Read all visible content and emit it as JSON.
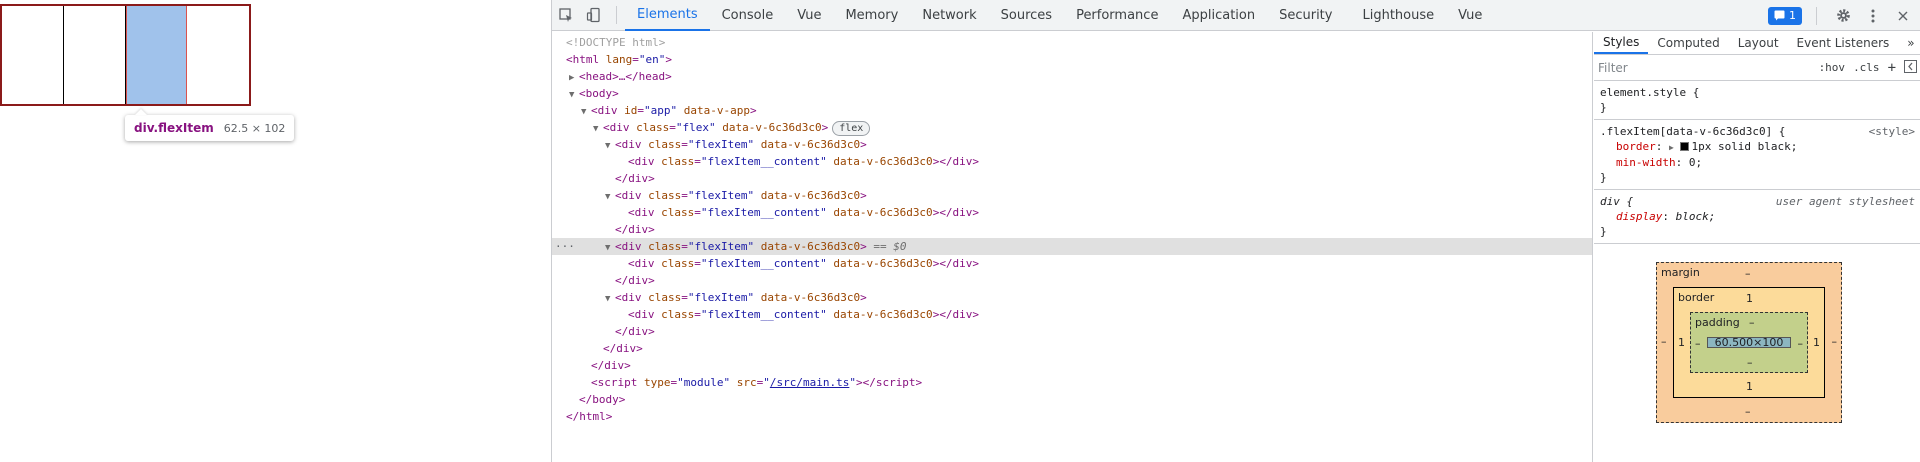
{
  "viewport": {
    "tooltip": {
      "tag": "div.flexItem",
      "dims": "62.5 × 102"
    }
  },
  "toolbar": {
    "tabs": [
      "Elements",
      "Console",
      "Vue",
      "Memory",
      "Network",
      "Sources",
      "Performance",
      "Application",
      "Security",
      "Lighthouse",
      "Vue"
    ],
    "active_tab": "Elements",
    "issues_count": "1"
  },
  "tree": {
    "doctype": "<!DOCTYPE html>",
    "html_open": "<html ",
    "html_lang_n": "lang",
    "html_lang_v": "\"en\"",
    "head": "<head>…</head>",
    "body_open": "<body>",
    "app_div": "<div ",
    "app_id_n": "id",
    "app_id_v": "\"app\"",
    "app_attr2": "data-v-app",
    "flex_class_v": "\"flex\"",
    "flex_pill": "flex",
    "class_n": "class",
    "item_class_v": "\"flexItem\"",
    "content_class_v": "\"flexItem__content\"",
    "scope_attr": "data-v-6c36d3c0",
    "close_div": "</div>",
    "eq_sel": "== $0",
    "script_type_n": "type",
    "script_type_v": "\"module\"",
    "script_src_n": "src",
    "script_src_v": "\"/src/main.ts\"",
    "body_close": "</body>",
    "html_close": "</html>"
  },
  "side": {
    "tabs": [
      "Styles",
      "Computed",
      "Layout",
      "Event Listeners"
    ],
    "more": "»",
    "filter_placeholder": "Filter",
    "hov": ":hov",
    "cls": ".cls",
    "rule_element_style": "element.style {",
    "rule2_selector": ".flexItem[data-v-6c36d3c0] {",
    "rule2_source": "<style>",
    "rule2_props": [
      {
        "name": "border",
        "value": "1px solid  black;"
      },
      {
        "name": "min-width",
        "value": "0;"
      }
    ],
    "rule3_selector": "div {",
    "rule3_source": "user agent stylesheet",
    "rule3_props": [
      {
        "name": "display",
        "value": "block;"
      }
    ],
    "close_brace": "}",
    "boxmodel": {
      "margin_label": "margin",
      "border_label": "border",
      "padding_label": "padding",
      "margin": {
        "top": "–",
        "right": "–",
        "bottom": "–",
        "left": "–"
      },
      "border": {
        "top": "1",
        "right": "1",
        "bottom": "1",
        "left": "1"
      },
      "padding": {
        "top": "–",
        "right": "–",
        "bottom": "–",
        "left": "–"
      },
      "content": "60.500×100"
    }
  }
}
